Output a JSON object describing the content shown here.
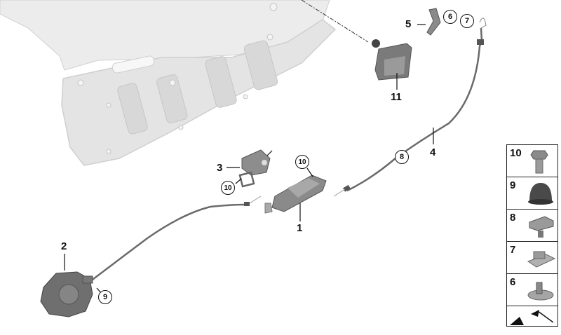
{
  "diagram": {
    "type": "exploded-parts-diagram",
    "subject": "trunk lid lock / emergency release assembly",
    "colors": {
      "panel": "#e6e6e6",
      "panel_shade": "#d2d2d2",
      "part": "#7d7d7d",
      "part_dark": "#555555",
      "cable": "#6a6a6a",
      "label": "#111111"
    },
    "callouts": [
      {
        "id": "1",
        "label": "1",
        "style": "plain",
        "part": "lock-latch"
      },
      {
        "id": "2",
        "label": "2",
        "style": "plain",
        "part": "actuator-motor"
      },
      {
        "id": "3",
        "label": "3",
        "style": "plain",
        "part": "lock-bracket"
      },
      {
        "id": "4",
        "label": "4",
        "style": "plain",
        "part": "release-cable"
      },
      {
        "id": "5",
        "label": "5",
        "style": "plain",
        "part": "release-handle"
      },
      {
        "id": "6a",
        "label": "6",
        "style": "circled",
        "part": "clip"
      },
      {
        "id": "7a",
        "label": "7",
        "style": "circled",
        "part": "clip"
      },
      {
        "id": "8a",
        "label": "8",
        "style": "circled",
        "part": "cable-holder"
      },
      {
        "id": "9a",
        "label": "9",
        "style": "circled",
        "part": "cap"
      },
      {
        "id": "10a",
        "label": "10",
        "style": "circled",
        "part": "bolt"
      },
      {
        "id": "10b",
        "label": "10",
        "style": "circled",
        "part": "bolt"
      },
      {
        "id": "11",
        "label": "11",
        "style": "plain",
        "part": "lock-striker-switch"
      }
    ],
    "legend": [
      {
        "label": "10",
        "icon": "hex-bolt-icon"
      },
      {
        "label": "9",
        "icon": "rubber-cap-icon"
      },
      {
        "label": "8",
        "icon": "cable-clip-icon"
      },
      {
        "label": "7",
        "icon": "plate-clip-icon"
      },
      {
        "label": "6",
        "icon": "stud-clip-icon"
      }
    ],
    "legend_footer_icon": "arrow-pointer-icon"
  }
}
